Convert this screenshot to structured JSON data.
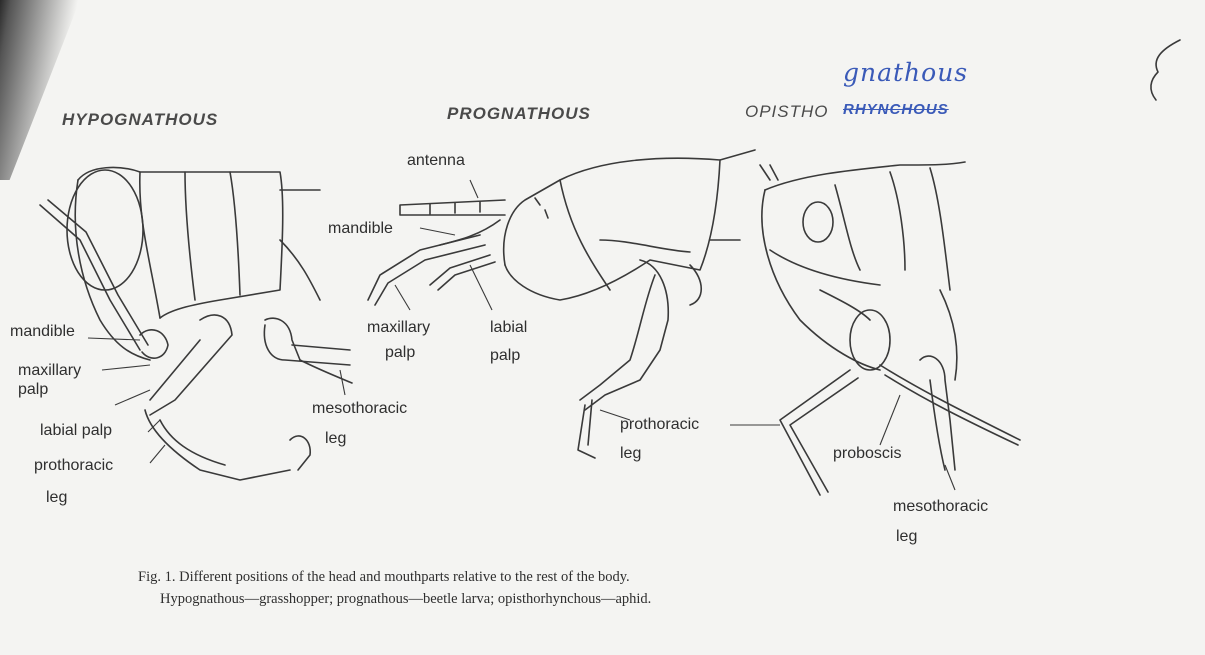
{
  "headings": {
    "hypognathous": "HYPOGNATHOUS",
    "prognathous": "PROGNATHOUS",
    "opistho_prefix": "OPISTHO",
    "opistho_struck": "RHYNCHOUS",
    "handwritten_correction": "gnathous"
  },
  "labels": {
    "hypo_mandible": "mandible",
    "hypo_maxillary_1": "maxillary",
    "hypo_maxillary_2": "palp",
    "hypo_labial": "labial palp",
    "hypo_prothoracic_1": "prothoracic",
    "hypo_prothoracic_2": "leg",
    "hypo_mesothoracic_1": "mesothoracic",
    "hypo_mesothoracic_2": "leg",
    "pro_antenna": "antenna",
    "pro_mandible": "mandible",
    "pro_maxillary_1": "maxillary",
    "pro_maxillary_2": "palp",
    "pro_labial_1": "labial",
    "pro_labial_2": "palp",
    "pro_prothoracic_1": "prothoracic",
    "pro_prothoracic_2": "leg",
    "opi_proboscis": "proboscis",
    "opi_mesothoracic_1": "mesothoracic",
    "opi_mesothoracic_2": "leg"
  },
  "caption": {
    "line1": "Fig. 1. Different positions of the head and mouthparts relative to the rest of the body.",
    "line2": "Hypognathous—grasshopper; prognathous—beetle larva; opisthorhynchous—aphid."
  },
  "colors": {
    "ink": "#3a3a3a",
    "handwriting": "#3a5ab8",
    "paper": "#f4f4f2"
  }
}
